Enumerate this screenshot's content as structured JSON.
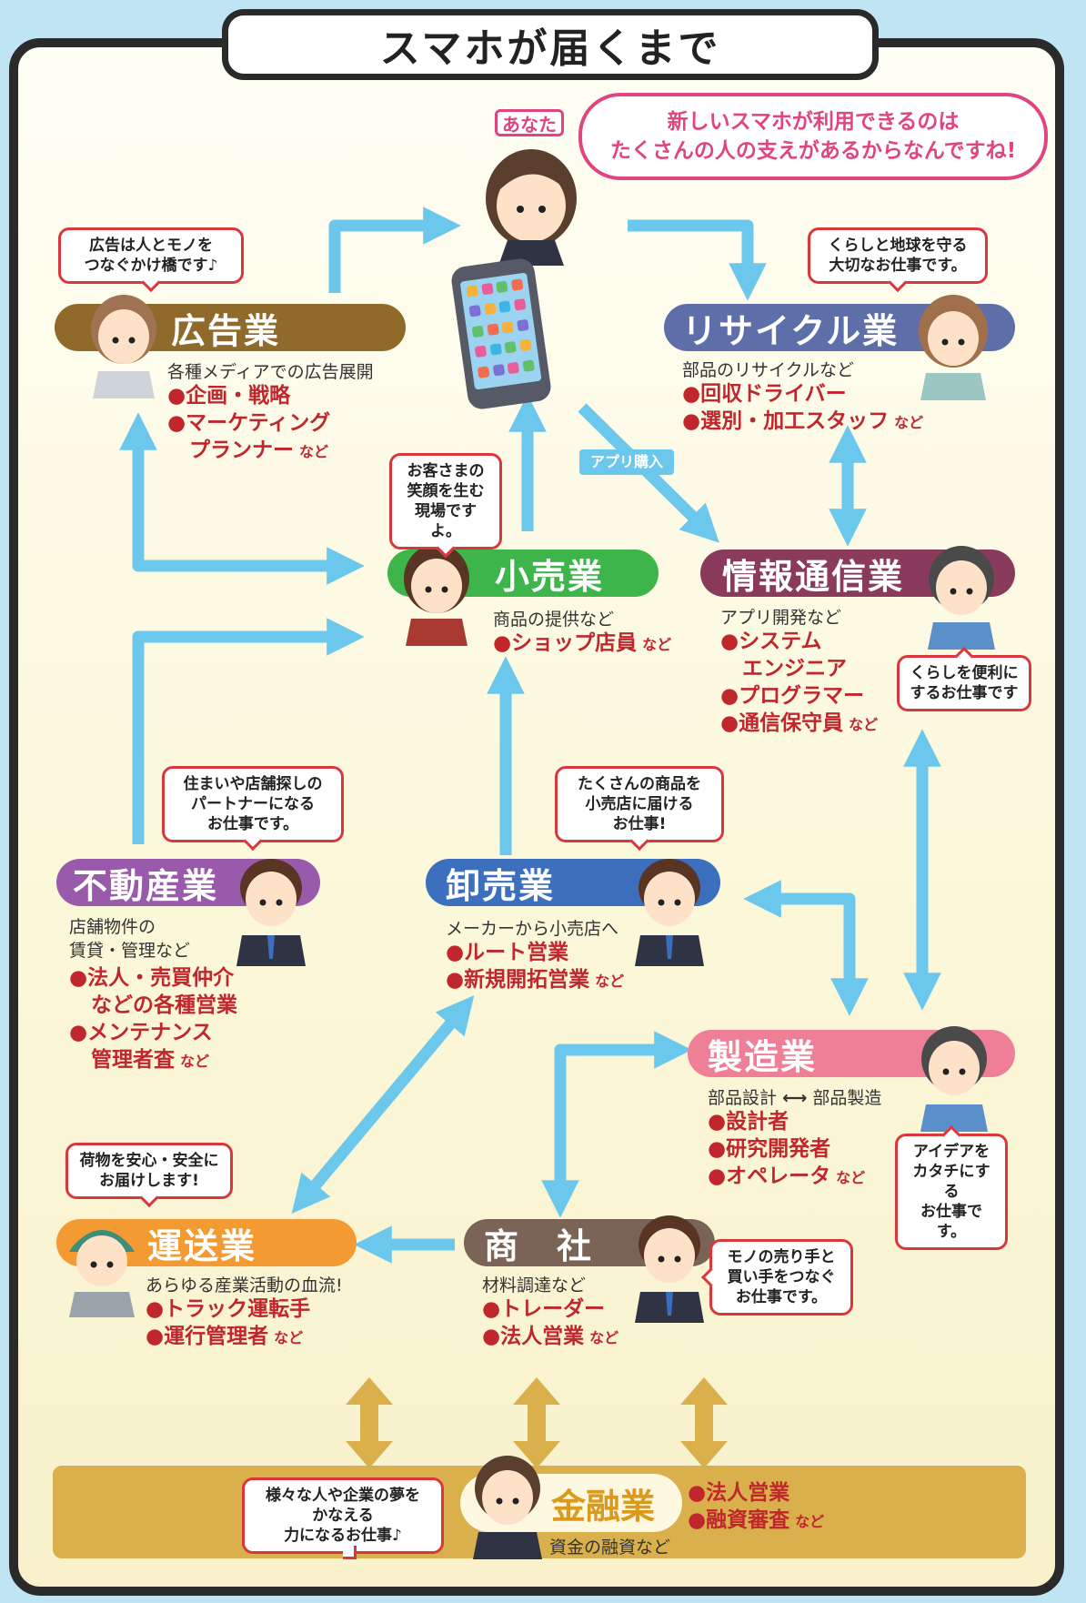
{
  "title": "スマホが届くまで",
  "you": {
    "label": "あなた",
    "message_line1": "新しいスマホが利用できるのは",
    "message_line2": "たくさんの人の支えがあるからなんですね!"
  },
  "app_purchase_label": "アプリ購入",
  "industries": {
    "advertising": {
      "name": "広告業",
      "color": "#8f6a2a",
      "description": "各種メディアでの広告展開",
      "jobs": [
        "●企画・戦略",
        "●マーケティング",
        "プランナー"
      ],
      "nado": "など",
      "bubble_line1": "広告は人とモノを",
      "bubble_line2": "つなぐかけ橋です♪"
    },
    "recycling": {
      "name": "リサイクル業",
      "color": "#5e6ea8",
      "description": "部品のリサイクルなど",
      "jobs": [
        "●回収ドライバー",
        "●選別・加工スタッフ"
      ],
      "nado": "など",
      "bubble_line1": "くらしと地球を守る",
      "bubble_line2": "大切なお仕事です。"
    },
    "retail": {
      "name": "小売業",
      "color": "#3db54a",
      "description": "商品の提供など",
      "jobs": [
        "●ショップ店員"
      ],
      "nado": "など",
      "bubble_line1": "お客さまの",
      "bubble_line2": "笑顔を生む",
      "bubble_line3": "現場ですよ。"
    },
    "telecom": {
      "name": "情報通信業",
      "color": "#8a3a5a",
      "description": "アプリ開発など",
      "jobs": [
        "●システム",
        "エンジニア",
        "●プログラマー",
        "●通信保守員"
      ],
      "nado": "など",
      "bubble_line1": "くらしを便利に",
      "bubble_line2": "するお仕事です"
    },
    "real_estate": {
      "name": "不動産業",
      "color": "#9a5aab",
      "description_line1": "店舗物件の",
      "description_line2": "賃貸・管理など",
      "jobs": [
        "●法人・売買仲介",
        "などの各種営業",
        "●メンテナンス",
        "管理者査"
      ],
      "nado": "など",
      "bubble_line1": "住まいや店舗探しの",
      "bubble_line2": "パートナーになる",
      "bubble_line3": "お仕事です。"
    },
    "wholesale": {
      "name": "卸売業",
      "color": "#3d6fbf",
      "description": "メーカーから小売店へ",
      "jobs": [
        "●ルート営業",
        "●新規開拓営業"
      ],
      "nado": "など",
      "bubble_line1": "たくさんの商品を",
      "bubble_line2": "小売店に届ける",
      "bubble_line3": "お仕事!"
    },
    "manufacturing": {
      "name": "製造業",
      "color": "#ef7f97",
      "description_left": "部品設計",
      "description_right": "部品製造",
      "jobs": [
        "●設計者",
        "●研究開発者",
        "●オペレータ"
      ],
      "nado": "など",
      "bubble_line1": "アイデアを",
      "bubble_line2": "カタチにする",
      "bubble_line3": "お仕事です。"
    },
    "transport": {
      "name": "運送業",
      "color": "#f39a33",
      "description": "あらゆる産業活動の血流!",
      "jobs": [
        "●トラック運転手",
        "●運行管理者"
      ],
      "nado": "など",
      "bubble_line1": "荷物を安心・安全に",
      "bubble_line2": "お届けします!"
    },
    "trading": {
      "name": "商　社",
      "color": "#7a6457",
      "description": "材料調達など",
      "jobs": [
        "●トレーダー",
        "●法人営業"
      ],
      "nado": "など",
      "bubble_line1": "モノの売り手と",
      "bubble_line2": "買い手をつなぐ",
      "bubble_line3": "お仕事です。"
    },
    "finance": {
      "name": "金融業",
      "color": "#d9b04c",
      "description": "資金の融資など",
      "jobs": [
        "●法人営業",
        "●融資審査"
      ],
      "nado": "など",
      "bubble_line1": "様々な人や企業の夢を",
      "bubble_line2": "かなえる",
      "bubble_line3": "力になるお仕事♪"
    }
  },
  "colors": {
    "arrow_blue": "#6cc7ec",
    "arrow_gold": "#d9b04c",
    "job_red": "#c0272d",
    "bubble_border": "#d9373c",
    "you_pink": "#e0457f"
  }
}
